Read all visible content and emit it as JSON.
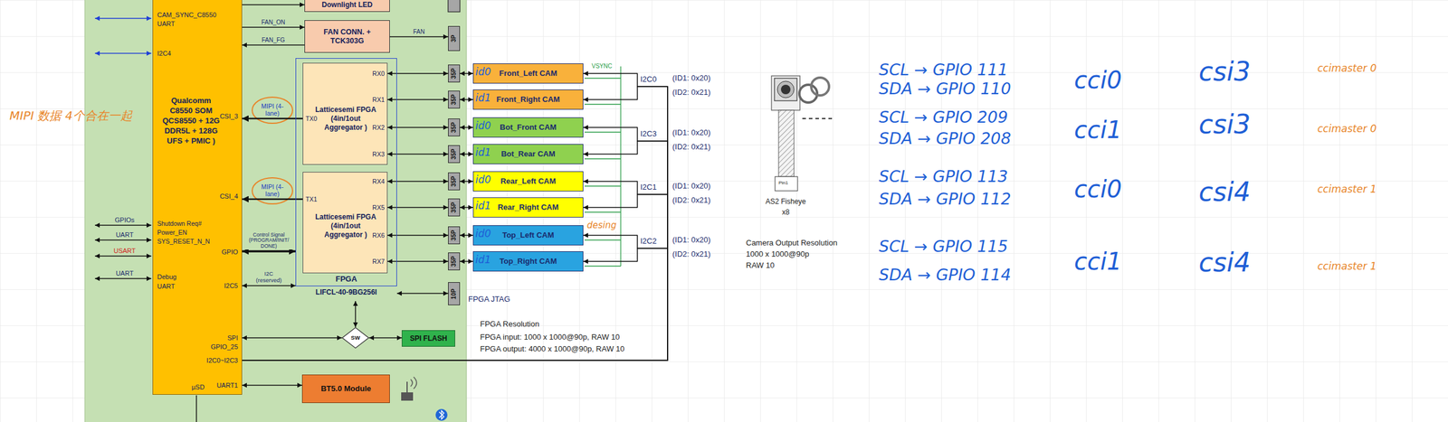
{
  "diagram": {
    "nodes": [
      {
        "text": [
          "CAM_SYNC_C8550",
          "UART",
          "I2C4",
          "Qualcomm C8550 SOM QCS8550 + 12G DDR5L + 128G UFS + PMIC )",
          "CSI_3",
          "CSI_4",
          "Shutdown Req#",
          "Power_EN",
          "SYS_RESET_N_N",
          "GPIO",
          "Debug",
          "UART",
          "I2C5",
          "SPI",
          "GPIO_25",
          "I2C0~I2C3",
          "µSD",
          "UART1"
        ]
      },
      {
        "text": [
          "Downlight LED"
        ]
      },
      {
        "text": [
          "FAN CONN. + TCK303G"
        ]
      },
      {
        "text": [
          "3P"
        ]
      },
      {
        "text": [
          "FPGA",
          "LIFCL-40-9BG256I"
        ]
      },
      {
        "text": [
          "Latticesemi FPGA (4in/1out Aggregator )",
          "RX0",
          "RX1",
          "RX2",
          "RX3",
          "TX0"
        ],
        "in": 4
      },
      {
        "text": [
          "Latticesemi FPGA (4in/1out Aggregator )",
          "RX4",
          "RX5",
          "RX6",
          "RX7",
          "TX1"
        ],
        "in": 4
      },
      {
        "text": [
          "35P"
        ]
      },
      {
        "text": [
          "35P"
        ]
      },
      {
        "text": [
          "35P"
        ]
      },
      {
        "text": [
          "35P"
        ]
      },
      {
        "text": [
          "35P"
        ]
      },
      {
        "text": [
          "35P"
        ]
      },
      {
        "text": [
          "35P"
        ]
      },
      {
        "text": [
          "35P"
        ]
      },
      {
        "text": [
          "10P"
        ]
      },
      {
        "text": [
          "Front_Left CAM"
        ]
      },
      {
        "text": [
          "Front_Right CAM"
        ]
      },
      {
        "text": [
          "Bot_Front CAM"
        ]
      },
      {
        "text": [
          "Bot_Rear CAM"
        ]
      },
      {
        "text": [
          "Rear_Left CAM"
        ]
      },
      {
        "text": [
          "Rear_Right CAM"
        ]
      },
      {
        "text": [
          "Top_Left CAM"
        ]
      },
      {
        "text": [
          "Top_Right CAM"
        ]
      },
      {
        "text": [
          "SW"
        ]
      },
      {
        "text": [
          "SPI FLASH"
        ]
      },
      {
        "text": [
          "BT5.0 Module"
        ]
      }
    ],
    "edges": [
      {
        "from": 0,
        "to": 1,
        "arrow": "to"
      },
      {
        "from": 0,
        "to": 2,
        "label": "FAN_ON",
        "arrow": "to"
      },
      {
        "from": 2,
        "to": 0,
        "label": "FAN_FG",
        "arrow": "to"
      },
      {
        "from": 2,
        "to": 3,
        "label": "FAN",
        "arrow": "to"
      },
      {
        "from": 5,
        "to": 0,
        "label": "MIPI (4-lane)",
        "arrow": "to"
      },
      {
        "from": 6,
        "to": 0,
        "label": "MIPI (4-lane)",
        "arrow": "to"
      },
      {
        "from": 0,
        "to": 4,
        "label": "Control Signal (PROGRAM/INIT/ DONE)",
        "arrow": "both"
      },
      {
        "from": 0,
        "to": 4,
        "label": "I2C (reserved)",
        "arrow": "both"
      },
      {
        "from": 5,
        "to": 7,
        "arrow": "both"
      },
      {
        "from": 5,
        "to": 8,
        "arrow": "both"
      },
      {
        "from": 5,
        "to": 9,
        "arrow": "both"
      },
      {
        "from": 5,
        "to": 10,
        "arrow": "both"
      },
      {
        "from": 6,
        "to": 11,
        "arrow": "both"
      },
      {
        "from": 6,
        "to": 12,
        "arrow": "both"
      },
      {
        "from": 6,
        "to": 13,
        "arrow": "both"
      },
      {
        "from": 6,
        "to": 14,
        "arrow": "both"
      },
      {
        "from": 7,
        "to": 16,
        "arrow": "both"
      },
      {
        "from": 8,
        "to": 17,
        "arrow": "both"
      },
      {
        "from": 9,
        "to": 18,
        "arrow": "both"
      },
      {
        "from": 10,
        "to": 19,
        "arrow": "both"
      },
      {
        "from": 11,
        "to": 20,
        "arrow": "both"
      },
      {
        "from": 12,
        "to": 21,
        "arrow": "both"
      },
      {
        "from": 13,
        "to": 22,
        "arrow": "both"
      },
      {
        "from": 14,
        "to": 23,
        "arrow": "both"
      },
      {
        "from": 4,
        "to": 15,
        "arrow": "both"
      },
      {
        "from": 0,
        "to": 24,
        "arrow": "both"
      },
      {
        "from": 24,
        "to": 25,
        "arrow": "both"
      },
      {
        "from": 4,
        "to": 24,
        "arrow": "both"
      },
      {
        "from": 0,
        "to": 26,
        "arrow": "both"
      },
      {
        "from": 0,
        "to": 16,
        "arrow": "to"
      },
      {
        "from": 0,
        "to": 17,
        "arrow": "to"
      },
      {
        "from": 0,
        "to": 18,
        "arrow": "to"
      },
      {
        "from": 0,
        "to": 19,
        "arrow": "to"
      },
      {
        "from": 0,
        "to": 20,
        "arrow": "to"
      },
      {
        "from": 0,
        "to": 21,
        "arrow": "to"
      },
      {
        "from": 0,
        "to": 22,
        "arrow": "to"
      },
      {
        "from": 0,
        "to": 23,
        "arrow": "to"
      }
    ],
    "labels": [
      "GPIOs",
      "UART",
      "USART",
      "UART",
      "MIPI 数据 4个合在一起",
      "VSYNC",
      "id0",
      "id1",
      "id0",
      "id1",
      "id0",
      "id1",
      "id0",
      "id1",
      "I2C0",
      "(ID1: 0x20)",
      "(ID2: 0x21)",
      "I2C3",
      "(ID1: 0x20)",
      "(ID2: 0x21)",
      "I2C1",
      "(ID1: 0x20)",
      "(ID2: 0x21)",
      "I2C2",
      "(ID1: 0x20)",
      "(ID2: 0x21)",
      "desing",
      "Pin1",
      "AS2 Fisheye",
      "x8",
      "Camera Output Resolution",
      "1000 x 1000@90p",
      "RAW 10",
      "FPGA JTAG",
      "FPGA Resolution",
      "FPGA input: 1000 x 1000@90p, RAW 10",
      "FPGA output: 4000 x 1000@90p, RAW 10",
      "SCL → GPIO 111",
      "SDA → GPIO 110",
      "cci0",
      "csi3",
      "ccimaster 0",
      "SCL → GPIO 209",
      "SDA → GPIO 208",
      "cci1",
      "csi3",
      "ccimaster 0",
      "SCL → GPIO 113",
      "SDA → GPIO 112",
      "cci0",
      "csi4",
      "ccimaster 1",
      "SCL → GPIO 115",
      "SDA → GPIO 114",
      "cci1",
      "csi4",
      "ccimaster 1"
    ]
  }
}
